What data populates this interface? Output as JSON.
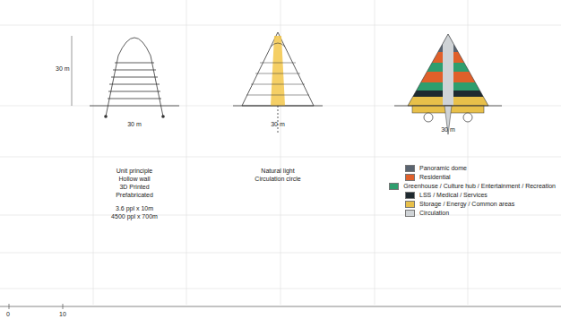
{
  "diagram": {
    "labels": [
      "30 m",
      "30 m",
      "Unit principle",
      "Hollow wall",
      "3D Printed",
      "Prefabricated",
      "3.6 ppl x 10m",
      "4500 ppl x 700m",
      "30 m",
      "Natural light",
      "Circulation circle",
      "30 m",
      "0",
      "10"
    ],
    "legend": [
      {
        "text": "Panoramic dome",
        "color": "#5a6470"
      },
      {
        "text": "Residential",
        "color": "#e0602a"
      },
      {
        "text": "Greenhouse / Culture hub / Entertainment / Recreation",
        "color": "#2e9e6e"
      },
      {
        "text": "LSS / Medical / Services",
        "color": "#1f2a30"
      },
      {
        "text": "Storage / Energy / Common areas",
        "color": "#e8c04a"
      },
      {
        "text": "Circulation",
        "color": "#cfd3d6"
      }
    ]
  }
}
